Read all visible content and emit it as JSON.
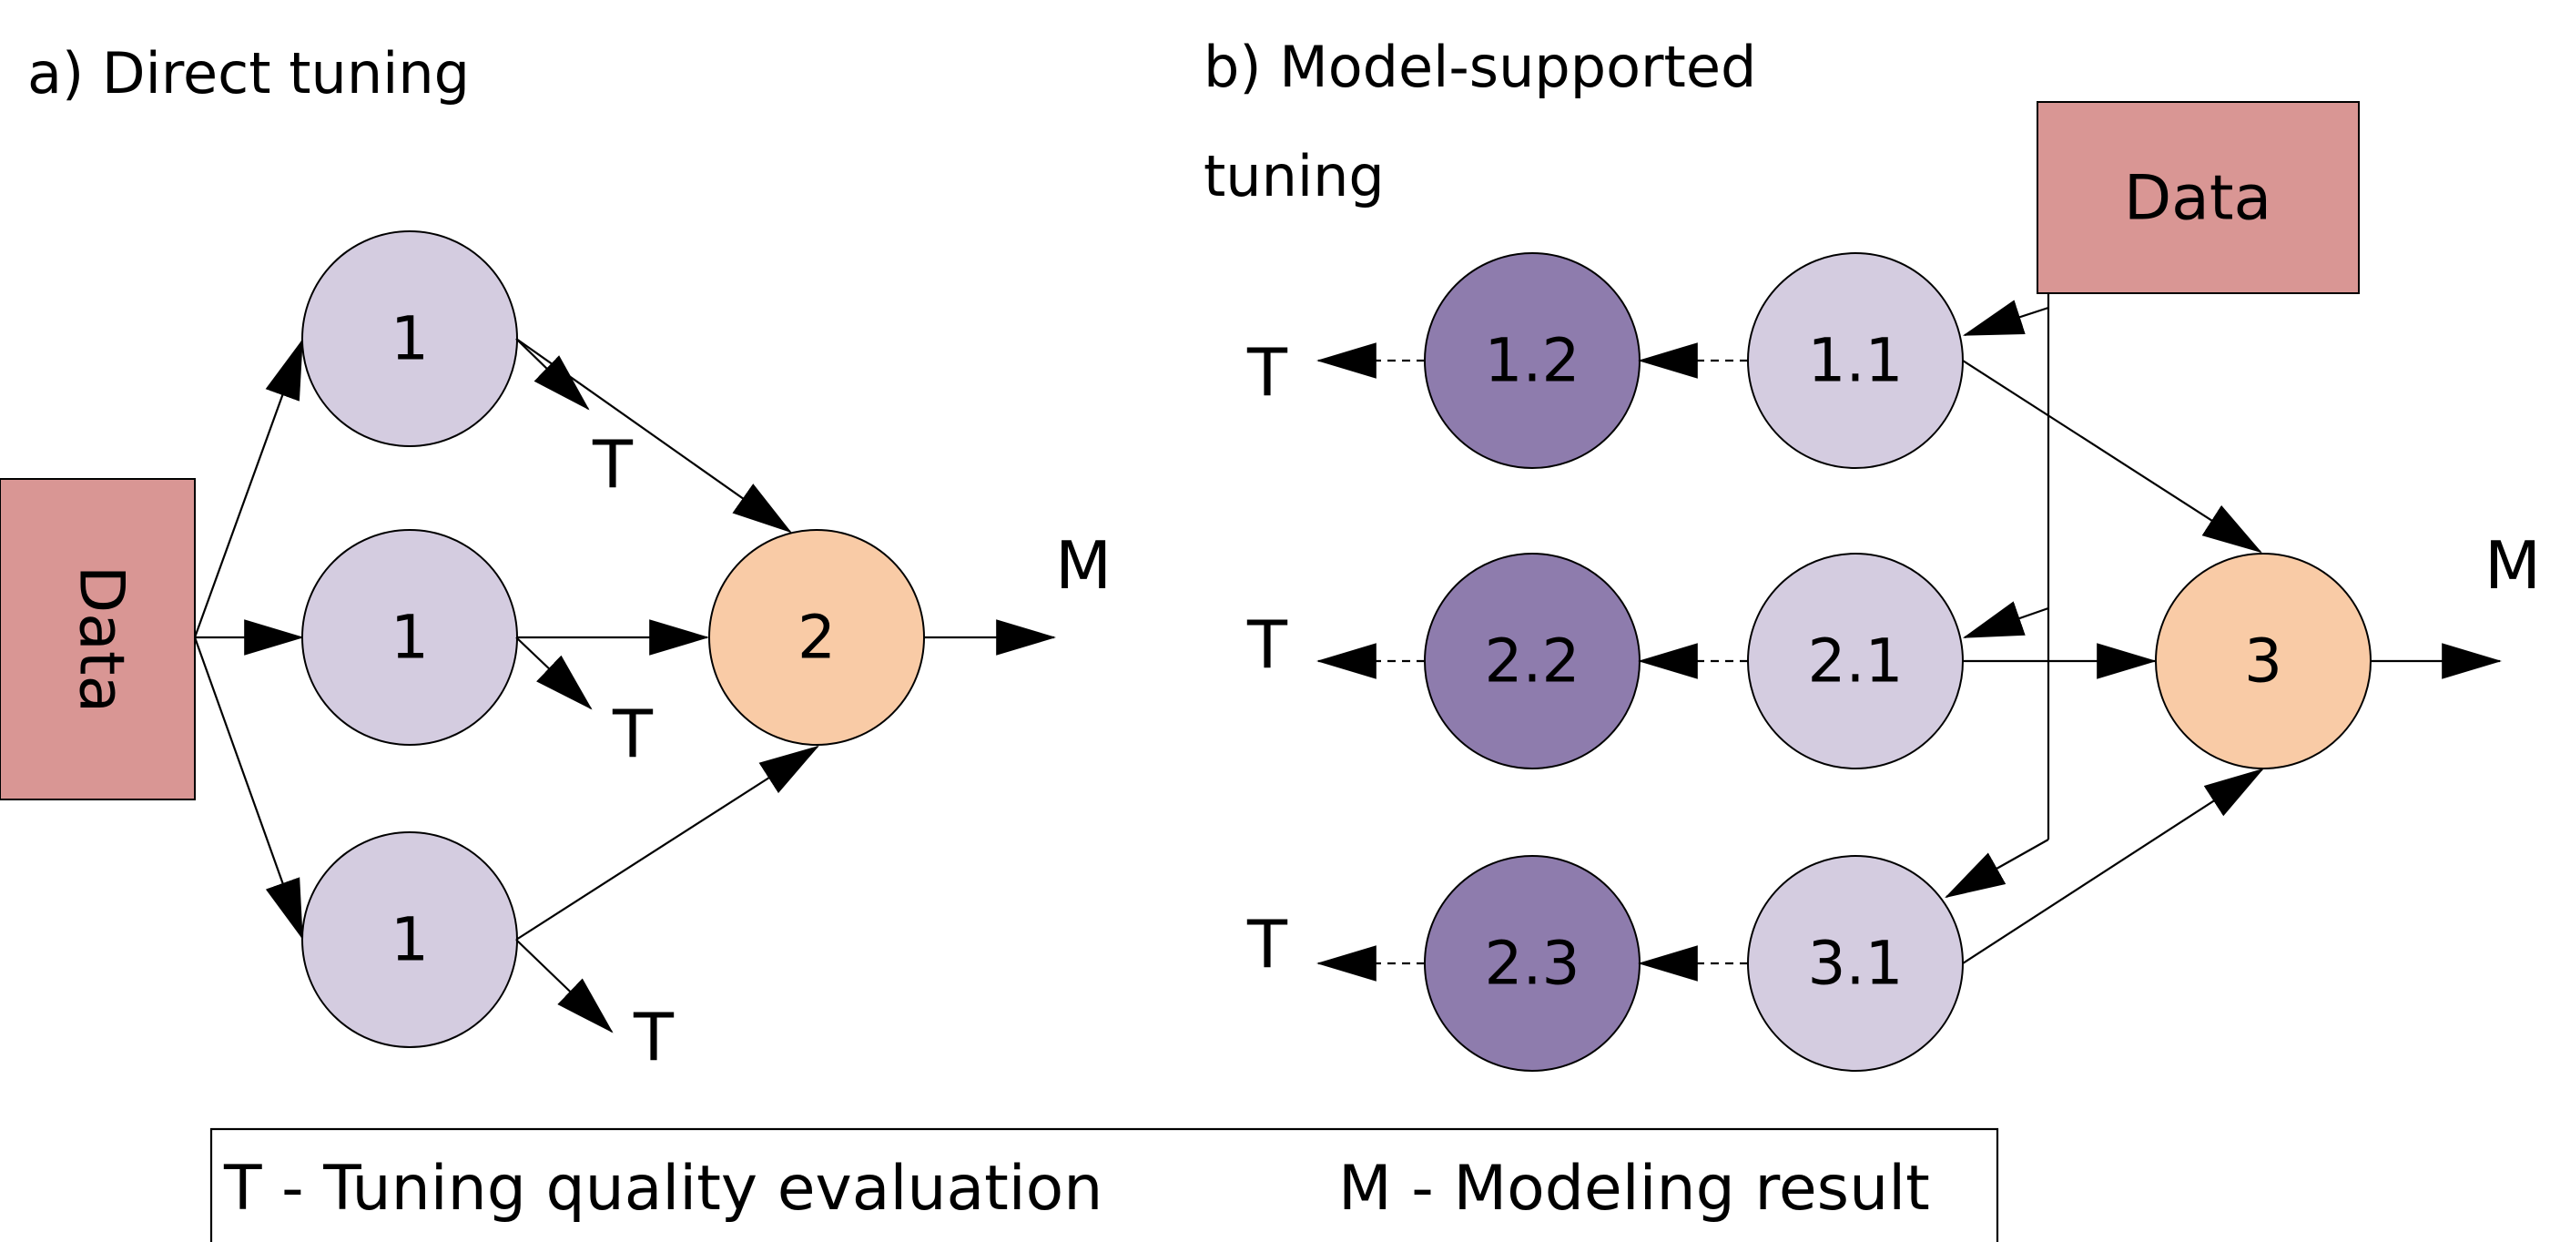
{
  "panels": {
    "a": {
      "title": "a) Direct tuning"
    },
    "b": {
      "title_line1": "b) Model-supported",
      "title_line2": "tuning"
    }
  },
  "colors": {
    "data_box": "#d99694",
    "node_light": "#d4cce0",
    "node_dark": "#8e7cad",
    "node_orange": "#f9cba6",
    "stroke": "#000000",
    "background": "#ffffff"
  },
  "labels": {
    "data": "Data",
    "t": "T",
    "m": "M"
  },
  "nodes": {
    "a": {
      "n1_top": "1",
      "n1_mid": "1",
      "n1_bot": "1",
      "n2": "2"
    },
    "b": {
      "n11": "1.1",
      "n21": "2.1",
      "n31": "3.1",
      "n12": "1.2",
      "n22": "2.2",
      "n23": "2.3",
      "n3": "3"
    }
  },
  "legend": {
    "t_text": "T - Tuning quality evaluation",
    "m_text": "M - Modeling result"
  }
}
